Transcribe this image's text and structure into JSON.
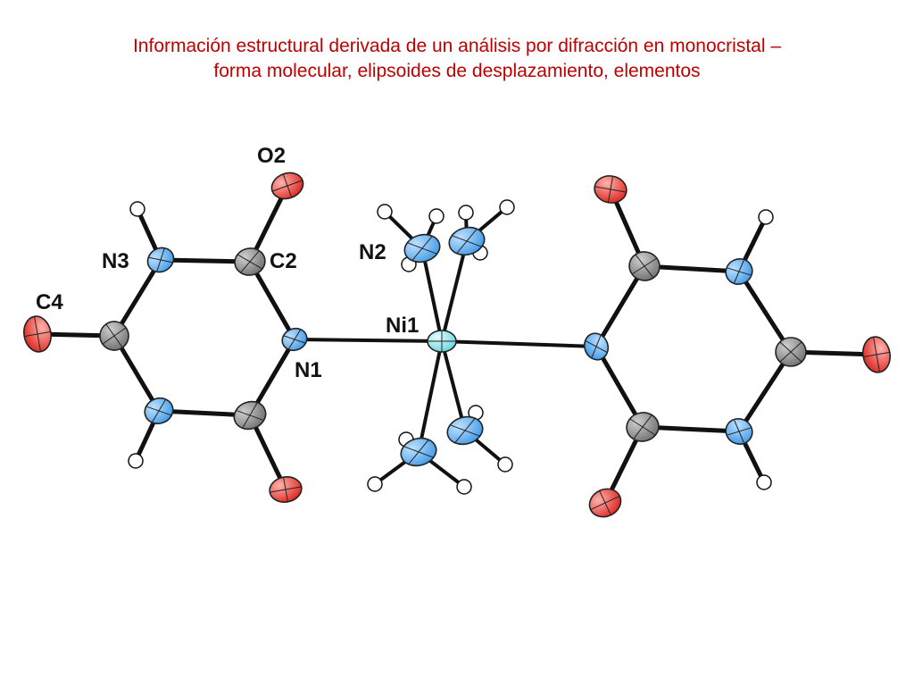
{
  "title": {
    "line1": "Información estructural derivada de un análisis por difracción en monocristal –",
    "line2": "forma molecular, elipsoides de desplazamiento, elementos"
  },
  "labels": {
    "O2": "O2",
    "N3": "N3",
    "C2": "C2",
    "C4": "C4",
    "N2": "N2",
    "Ni1": "Ni1",
    "N1": "N1"
  },
  "colors": {
    "title": "#c00000",
    "oxygen": "#e8302a",
    "nitrogen": "#5aaaf0",
    "carbon": "#8c8c8c",
    "nickel": "#7fe0e6",
    "hydrogen": "#ffffff",
    "bond": "#111111"
  }
}
